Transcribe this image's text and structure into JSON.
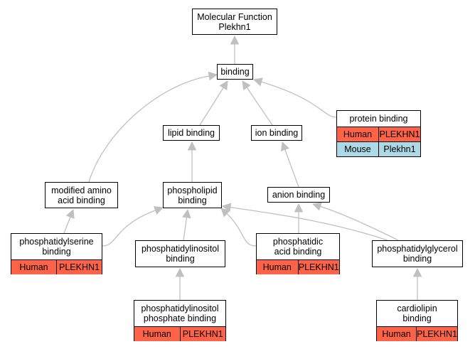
{
  "colors": {
    "edge": "#c0c0c0",
    "human": "#ff6347",
    "mouse": "#add8e6"
  },
  "nodes": {
    "root": {
      "label": "Molecular Function\nPlekhn1"
    },
    "binding": {
      "label": "binding"
    },
    "lipid_binding": {
      "label": "lipid binding"
    },
    "ion_binding": {
      "label": "ion binding"
    },
    "protein_binding": {
      "label": "protein binding",
      "annotations": [
        {
          "species": "Human",
          "gene": "PLEKHN1"
        },
        {
          "species": "Mouse",
          "gene": "Plekhn1"
        }
      ]
    },
    "modified_amino_acid_binding": {
      "label": "modified amino\nacid binding"
    },
    "phospholipid_binding": {
      "label": "phospholipid\nbinding"
    },
    "anion_binding": {
      "label": "anion binding"
    },
    "phosphatidylserine_binding": {
      "label": "phosphatidylserine\nbinding",
      "annotations": [
        {
          "species": "Human",
          "gene": "PLEKHN1"
        }
      ]
    },
    "phosphatidylinositol_binding": {
      "label": "phosphatidylinositol\nbinding"
    },
    "phosphatidic_acid_binding": {
      "label": "phosphatidic\nacid binding",
      "annotations": [
        {
          "species": "Human",
          "gene": "PLEKHN1"
        }
      ]
    },
    "phosphatidylglycerol_binding": {
      "label": "phosphatidylglycerol\nbinding"
    },
    "phosphatidylinositol_phosphate_binding": {
      "label": "phosphatidylinositol\nphosphate binding",
      "annotations": [
        {
          "species": "Human",
          "gene": "PLEKHN1"
        }
      ]
    },
    "cardiolipin_binding": {
      "label": "cardiolipin\nbinding",
      "annotations": [
        {
          "species": "Human",
          "gene": "PLEKHN1"
        }
      ]
    }
  },
  "edges": [
    {
      "from": "binding",
      "to": "root"
    },
    {
      "from": "lipid_binding",
      "to": "binding"
    },
    {
      "from": "ion_binding",
      "to": "binding"
    },
    {
      "from": "protein_binding",
      "to": "binding"
    },
    {
      "from": "modified_amino_acid_binding",
      "to": "binding"
    },
    {
      "from": "phospholipid_binding",
      "to": "lipid_binding"
    },
    {
      "from": "anion_binding",
      "to": "ion_binding"
    },
    {
      "from": "phosphatidylserine_binding",
      "to": "modified_amino_acid_binding"
    },
    {
      "from": "phosphatidylserine_binding",
      "to": "phospholipid_binding"
    },
    {
      "from": "phosphatidylinositol_binding",
      "to": "phospholipid_binding"
    },
    {
      "from": "phosphatidic_acid_binding",
      "to": "phospholipid_binding"
    },
    {
      "from": "phosphatidic_acid_binding",
      "to": "anion_binding"
    },
    {
      "from": "phosphatidylglycerol_binding",
      "to": "phospholipid_binding"
    },
    {
      "from": "phosphatidylglycerol_binding",
      "to": "anion_binding"
    },
    {
      "from": "phosphatidylinositol_phosphate_binding",
      "to": "phosphatidylinositol_binding"
    },
    {
      "from": "cardiolipin_binding",
      "to": "phosphatidylglycerol_binding"
    }
  ]
}
